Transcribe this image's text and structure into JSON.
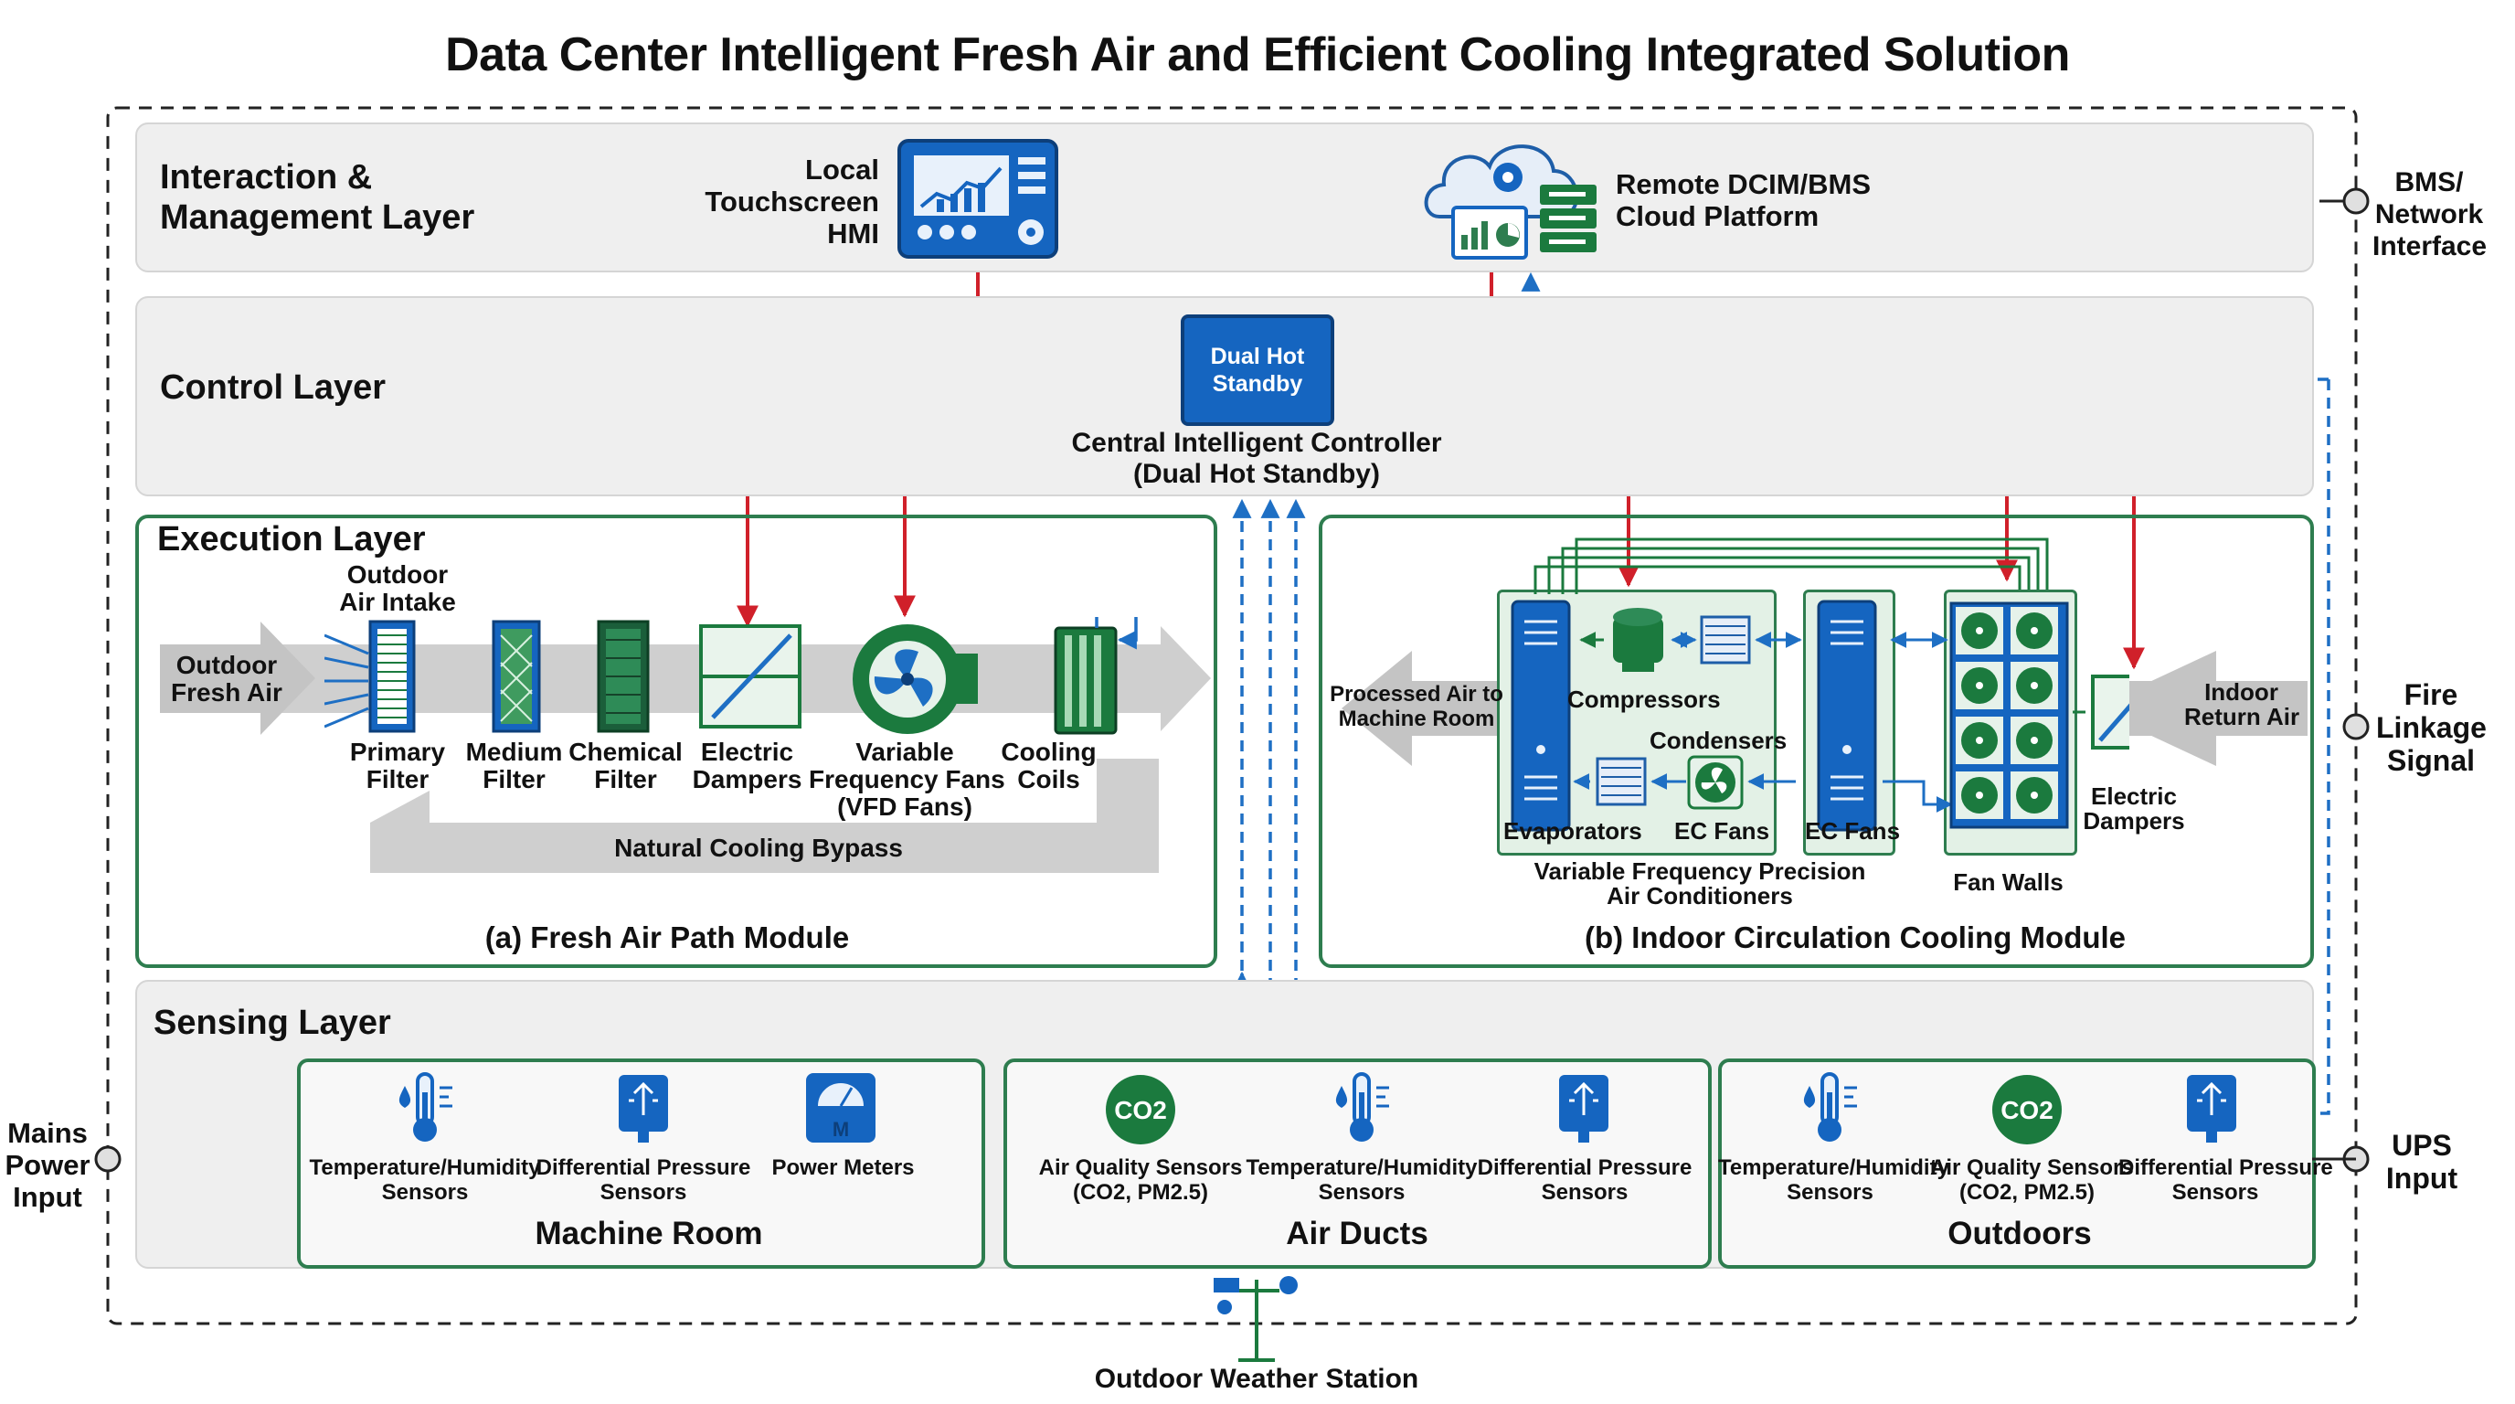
{
  "title": "Data Center Intelligent Fresh Air and Efficient Cooling Integrated Solution",
  "layers": {
    "interaction": "Interaction &\nManagement Layer",
    "control": "Control Layer",
    "execution": "Execution Layer",
    "sensing": "Sensing Layer"
  },
  "interaction": {
    "hmi_line1": "Local",
    "hmi_line2": "Touchscreen",
    "hmi_line3": "HMI",
    "cloud_line1": "Remote DCIM/BMS",
    "cloud_line2": "Cloud Platform"
  },
  "control": {
    "box_line1": "Dual Hot",
    "box_line2": "Standby",
    "caption_line1": "Central Intelligent Controller",
    "caption_line2": "(Dual Hot Standby)"
  },
  "fresh_air": {
    "inlet_line1": "Outdoor",
    "inlet_line2": "Fresh Air",
    "intake_line1": "Outdoor",
    "intake_line2": "Air Intake",
    "components": [
      {
        "l1": "Primary",
        "l2": "Filter",
        "l3": ""
      },
      {
        "l1": "Medium",
        "l2": "Filter",
        "l3": ""
      },
      {
        "l1": "Chemical",
        "l2": "Filter",
        "l3": ""
      },
      {
        "l1": "Electric",
        "l2": "Dampers",
        "l3": ""
      },
      {
        "l1": "Variable",
        "l2": "Frequency Fans",
        "l3": "(VFD Fans)"
      },
      {
        "l1": "Cooling",
        "l2": "Coils",
        "l3": ""
      }
    ],
    "bypass": "Natural Cooling Bypass",
    "module_caption": "(a) Fresh Air Path Module"
  },
  "indoor": {
    "outlet_line1": "Processed Air to",
    "outlet_line2": "Machine Room",
    "compressors": "Compressors",
    "condensers": "Condensers",
    "evaporators": "Evaporators",
    "ec_fans": "EC Fans",
    "ec_fans_2": "EC Fans",
    "precision_line1": "Variable Frequency Precision",
    "precision_line2": "Air Conditioners",
    "fan_walls": "Fan Walls",
    "dampers_line1": "Electric",
    "dampers_line2": "Dampers",
    "return_line1": "Indoor",
    "return_line2": "Return Air",
    "module_caption": "(b) Indoor Circulation Cooling Module"
  },
  "sensing": {
    "groups": [
      {
        "name": "Machine Room",
        "sensors": [
          {
            "l1": "Temperature/Humidity",
            "l2": "Sensors",
            "icon": "thermometer-icon"
          },
          {
            "l1": "Differential Pressure",
            "l2": "Sensors",
            "icon": "pressure-sensor-icon"
          },
          {
            "l1": "Power Meters",
            "l2": "",
            "icon": "power-meter-icon"
          }
        ]
      },
      {
        "name": "Air Ducts",
        "sensors": [
          {
            "l1": "Air Quality Sensors",
            "l2": "(CO2, PM2.5)",
            "icon": "co2-icon"
          },
          {
            "l1": "Temperature/Humidity",
            "l2": "Sensors",
            "icon": "thermometer-icon"
          },
          {
            "l1": "Differential Pressure",
            "l2": "Sensors",
            "icon": "pressure-sensor-icon"
          }
        ]
      },
      {
        "name": "Outdoors",
        "sensors": [
          {
            "l1": "Temperature/Humidity",
            "l2": "Sensors",
            "icon": "thermometer-icon"
          },
          {
            "l1": "Air Quality Sensors",
            "l2": "(CO2, PM2.5)",
            "icon": "co2-icon"
          },
          {
            "l1": "Differential Pressure",
            "l2": "Sensors",
            "icon": "pressure-sensor-icon"
          }
        ]
      }
    ],
    "co2": "CO2"
  },
  "external": {
    "bms_line1": "BMS/",
    "bms_line2": "Network",
    "bms_line3": "Interface",
    "fire_line1": "Fire",
    "fire_line2": "Linkage",
    "fire_line3": "Signal",
    "ups_line1": "UPS",
    "ups_line2": "Input",
    "mains_line1": "Mains",
    "mains_line2": "Power",
    "mains_line3": "Input",
    "weather": "Outdoor Weather Station"
  },
  "colors": {
    "control_red": "#d0202a",
    "signal_blue": "#1e6fc4",
    "module_green": "#2e7d4f",
    "device_blue": "#1565c0",
    "device_green": "#1b7a3e"
  }
}
